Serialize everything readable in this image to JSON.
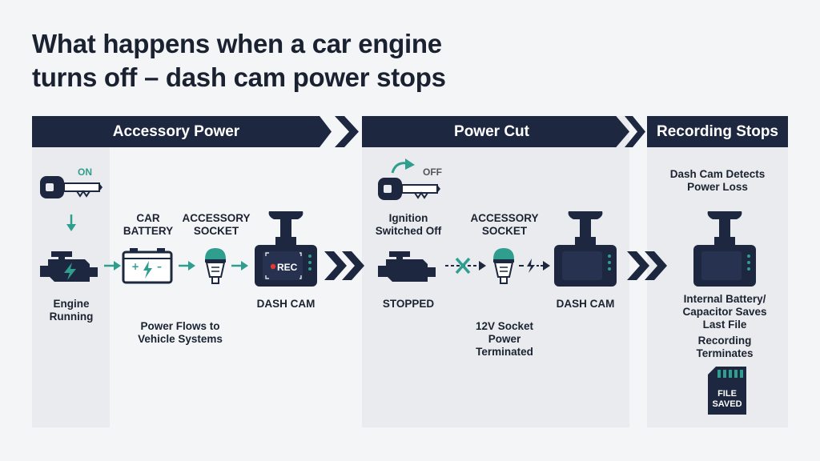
{
  "title_line1": "What happens when a car engine",
  "title_line2": "turns off – dash cam power stops",
  "stages": [
    {
      "label": "Accessory Power"
    },
    {
      "label": "Power Cut"
    },
    {
      "label": "Recording Stops"
    }
  ],
  "stage1": {
    "key_state": "ON",
    "engine_label": "Engine\nRunning",
    "battery_label": "CAR\nBATTERY",
    "socket_label": "ACCESSORY\nSOCKET",
    "cam_label": "DASH CAM",
    "rec_text": "REC",
    "flow_label": "Power Flows to\nVehicle Systems"
  },
  "stage2": {
    "key_state": "OFF",
    "ignition_label": "Ignition\nSwitched Off",
    "socket_label": "ACCESSORY\nSOCKET",
    "engine_label": "STOPPED",
    "cam_label": "DASH CAM",
    "terminated_label": "12V Socket\nPower\nTerminated"
  },
  "stage3": {
    "detect_label": "Dash Cam Detects\nPower Loss",
    "save_label": "Internal Battery/\nCapacitor Saves\nLast File",
    "terminate_label": "Recording\nTerminates",
    "file_label": "FILE\nSAVED"
  },
  "colors": {
    "navy": "#1d2740",
    "teal": "#2f9e8f",
    "panel": "#e9ebee",
    "background": "#f4f5f7"
  }
}
